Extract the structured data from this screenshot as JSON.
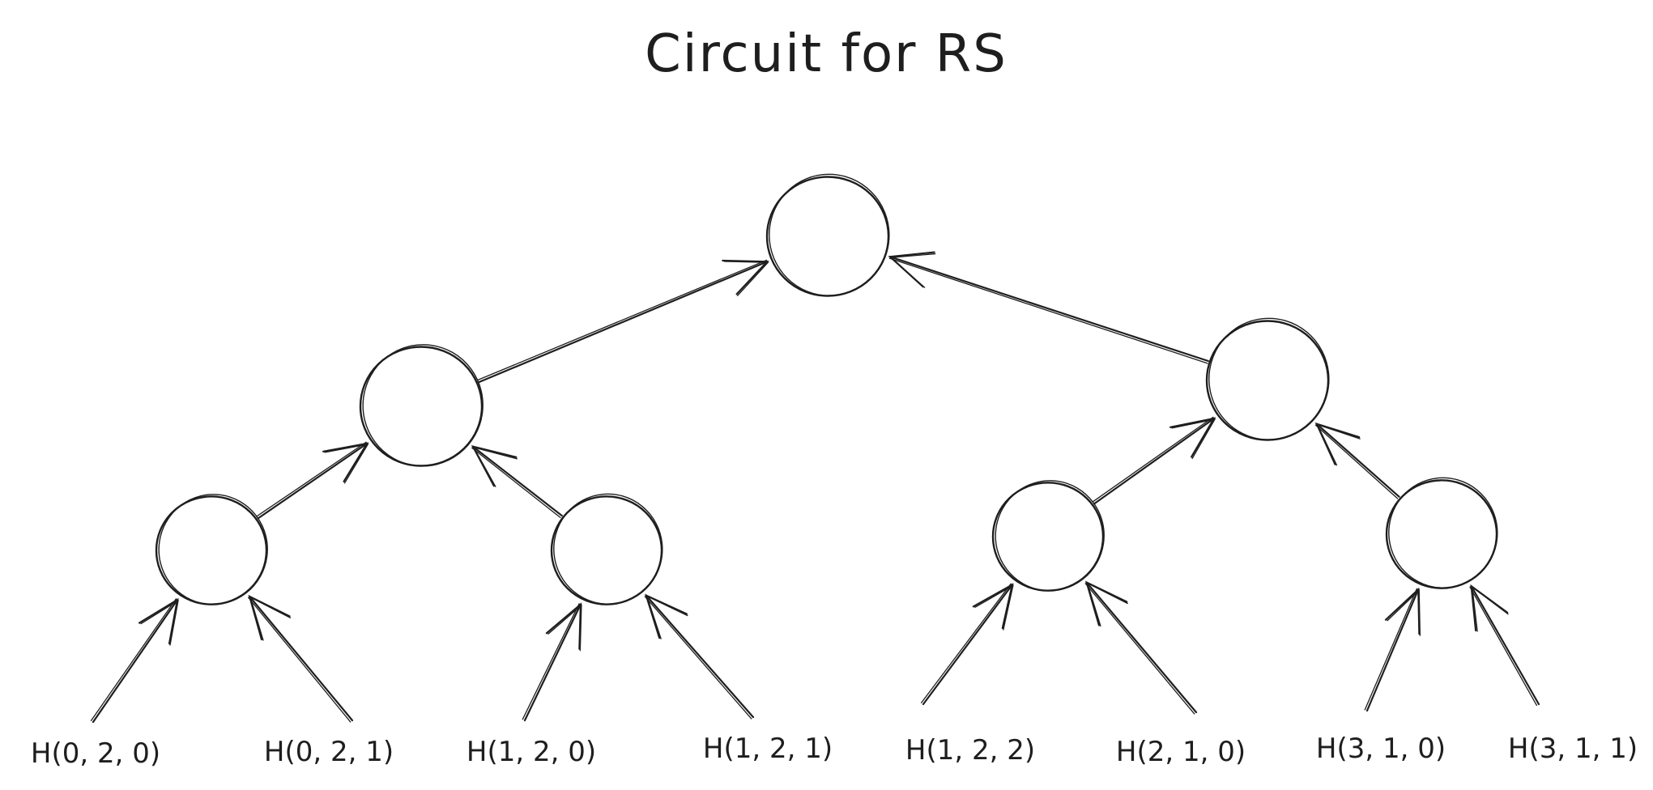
{
  "title": "Circuit for RS",
  "leaves": [
    "H(0, 2, 0)",
    "H(0, 2, 1)",
    "H(1, 2, 0)",
    "H(1, 2, 1)",
    "H(1, 2, 2)",
    "H(2, 1, 0)",
    "H(3, 1, 0)",
    "H(3, 1, 1)"
  ],
  "tree": {
    "root": "node-root",
    "levels": 3,
    "edges": [
      {
        "from": "node-l1-left",
        "to": "node-root"
      },
      {
        "from": "node-l1-right",
        "to": "node-root"
      },
      {
        "from": "node-l2-1",
        "to": "node-l1-left"
      },
      {
        "from": "node-l2-2",
        "to": "node-l1-left"
      },
      {
        "from": "node-l2-3",
        "to": "node-l1-right"
      },
      {
        "from": "node-l2-4",
        "to": "node-l1-right"
      },
      {
        "from": "leaf-1",
        "to": "node-l2-1"
      },
      {
        "from": "leaf-2",
        "to": "node-l2-1"
      },
      {
        "from": "leaf-3",
        "to": "node-l2-2"
      },
      {
        "from": "leaf-4",
        "to": "node-l2-2"
      },
      {
        "from": "leaf-5",
        "to": "node-l2-3"
      },
      {
        "from": "leaf-6",
        "to": "node-l2-3"
      },
      {
        "from": "leaf-7",
        "to": "node-l2-4"
      },
      {
        "from": "leaf-8",
        "to": "node-l2-4"
      }
    ]
  },
  "colors": {
    "ink": "#1e1e1e",
    "background": "#ffffff"
  }
}
